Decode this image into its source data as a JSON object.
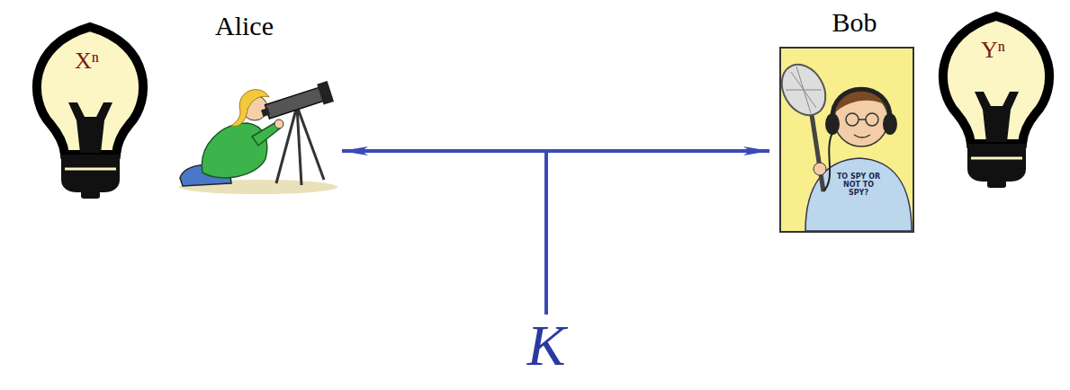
{
  "diagram": {
    "nodes": [
      {
        "text": [
          "Xⁿ"
        ]
      },
      {
        "text": [
          "Alice"
        ]
      },
      {
        "text": [
          "Bob"
        ]
      },
      {
        "text": [
          "Yⁿ"
        ]
      },
      {
        "text": [
          "K"
        ]
      }
    ],
    "edges": [
      {
        "from": 4,
        "to": 1,
        "arrow": "to"
      },
      {
        "from": 4,
        "to": 2,
        "arrow": "to"
      }
    ],
    "labels": [
      "TO SPY OR NOT TO SPY?"
    ]
  }
}
